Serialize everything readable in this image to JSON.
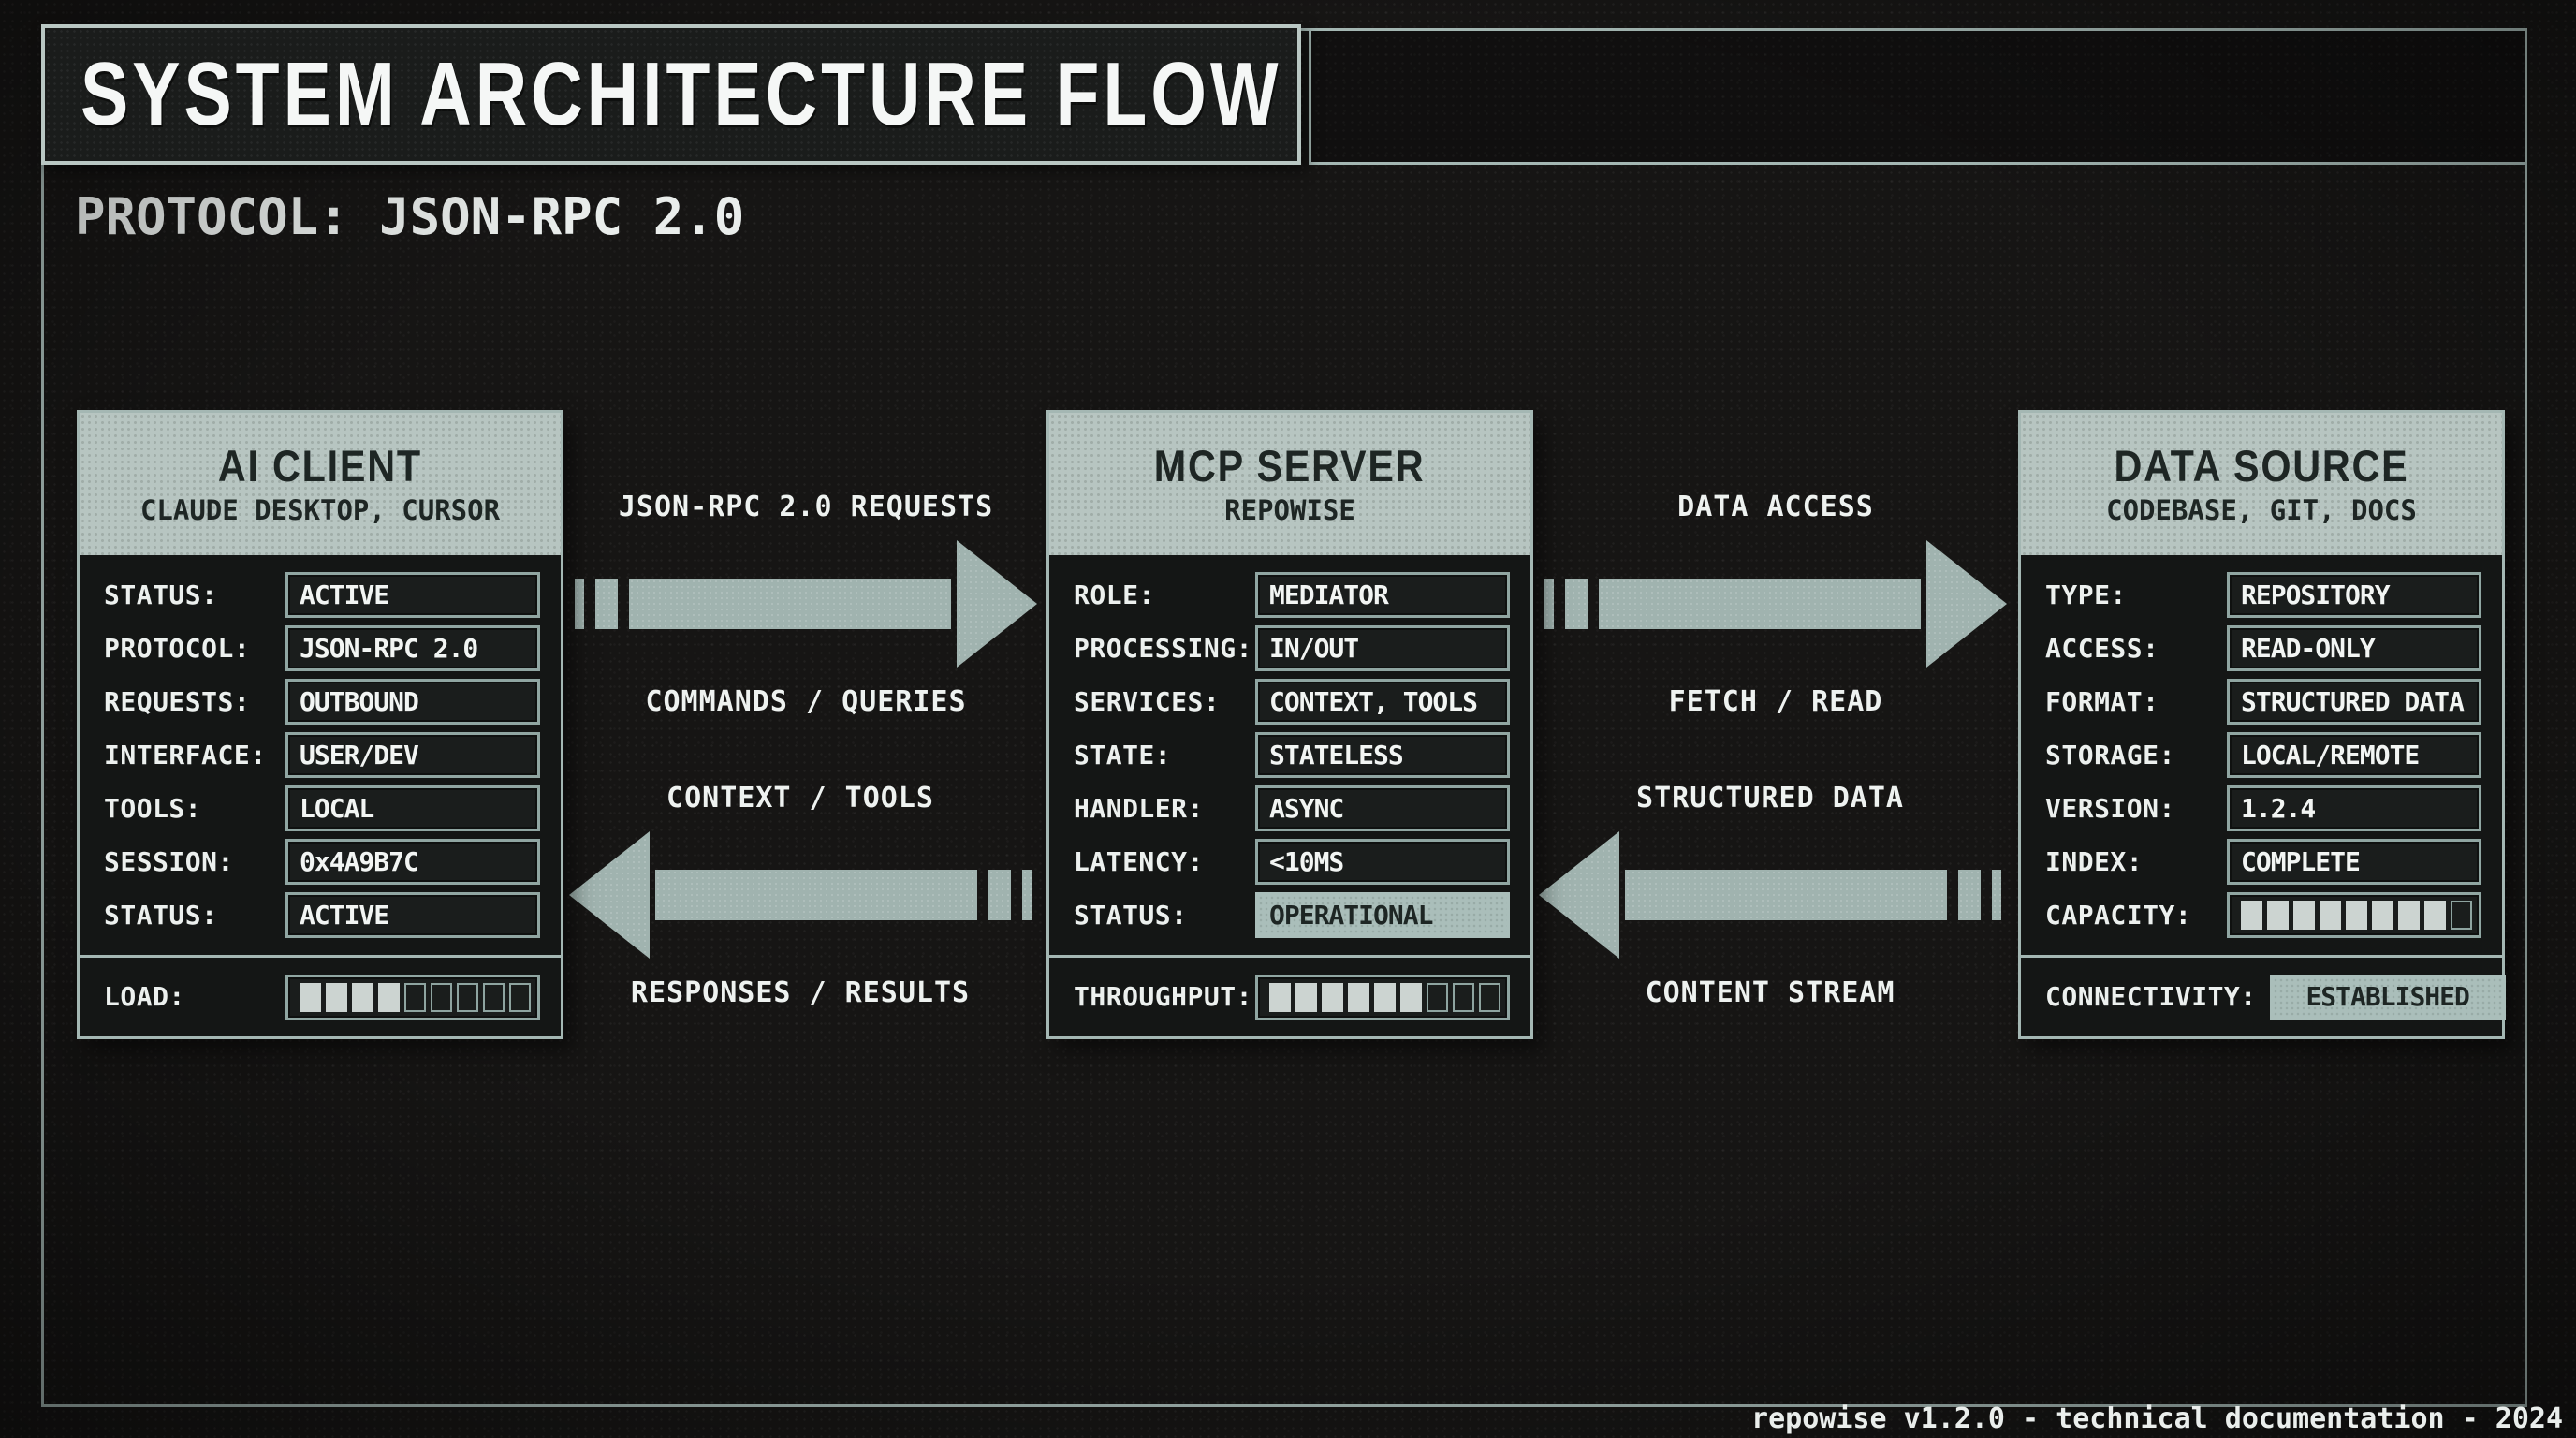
{
  "header": {
    "title": "SYSTEM ARCHITECTURE FLOW",
    "protocol": "PROTOCOL: JSON-RPC 2.0"
  },
  "footer": {
    "text": "repowise v1.2.0 - technical documentation - 2024"
  },
  "colors": {
    "background": "#161514",
    "frame_line": "#a4b7b3",
    "panel_fill": "#b7c5c1",
    "panel_text": "#1e2624",
    "arrow_fill": "#a0b3af",
    "highlight_fill": "#aabeba",
    "value_text": "#f2f5f3"
  },
  "nodes": [
    {
      "title": "AI CLIENT",
      "subtitle": "CLAUDE DESKTOP, CURSOR",
      "rows": [
        {
          "label": "STATUS:",
          "value": "ACTIVE"
        },
        {
          "label": "PROTOCOL:",
          "value": "JSON-RPC 2.0"
        },
        {
          "label": "REQUESTS:",
          "value": "OUTBOUND"
        },
        {
          "label": "INTERFACE:",
          "value": "USER/DEV"
        },
        {
          "label": "TOOLS:",
          "value": "LOCAL"
        },
        {
          "label": "SESSION:",
          "value": "0x4A9B7C"
        },
        {
          "label": "STATUS:",
          "value": "ACTIVE"
        }
      ],
      "footer": {
        "label": "LOAD:",
        "meter": {
          "filled": 4,
          "total": 9
        }
      }
    },
    {
      "title": "MCP SERVER",
      "subtitle": "REPOWISE",
      "rows": [
        {
          "label": "ROLE:",
          "value": "MEDIATOR"
        },
        {
          "label": "PROCESSING:",
          "value": "IN/OUT"
        },
        {
          "label": "SERVICES:",
          "value": "CONTEXT, TOOLS"
        },
        {
          "label": "STATE:",
          "value": "STATELESS"
        },
        {
          "label": "HANDLER:",
          "value": "ASYNC"
        },
        {
          "label": "LATENCY:",
          "value": "<10MS"
        },
        {
          "label": "STATUS:",
          "value": "OPERATIONAL",
          "highlight": true
        }
      ],
      "footer": {
        "label": "THROUGHPUT:",
        "meter": {
          "filled": 6,
          "total": 9
        }
      }
    },
    {
      "title": "DATA SOURCE",
      "subtitle": "CODEBASE, GIT, DOCS",
      "rows": [
        {
          "label": "TYPE:",
          "value": "REPOSITORY"
        },
        {
          "label": "ACCESS:",
          "value": "READ-ONLY"
        },
        {
          "label": "FORMAT:",
          "value": "STRUCTURED DATA"
        },
        {
          "label": "STORAGE:",
          "value": "LOCAL/REMOTE"
        },
        {
          "label": "VERSION:",
          "value": "1.2.4"
        },
        {
          "label": "INDEX:",
          "value": "COMPLETE"
        },
        {
          "label": "CAPACITY:",
          "meter": {
            "filled": 8,
            "total": 9
          }
        }
      ],
      "footer": {
        "label": "CONNECTIVITY:",
        "value": "ESTABLISHED",
        "highlight": true
      }
    }
  ],
  "arrows": [
    {
      "direction": "right",
      "top_label": "JSON-RPC 2.0 REQUESTS",
      "bottom_label": "COMMANDS / QUERIES"
    },
    {
      "direction": "left",
      "top_label": "CONTEXT / TOOLS",
      "bottom_label": "RESPONSES / RESULTS"
    },
    {
      "direction": "right",
      "top_label": "DATA ACCESS",
      "bottom_label": "FETCH / READ"
    },
    {
      "direction": "left",
      "top_label": "STRUCTURED DATA",
      "bottom_label": "CONTENT STREAM"
    }
  ]
}
